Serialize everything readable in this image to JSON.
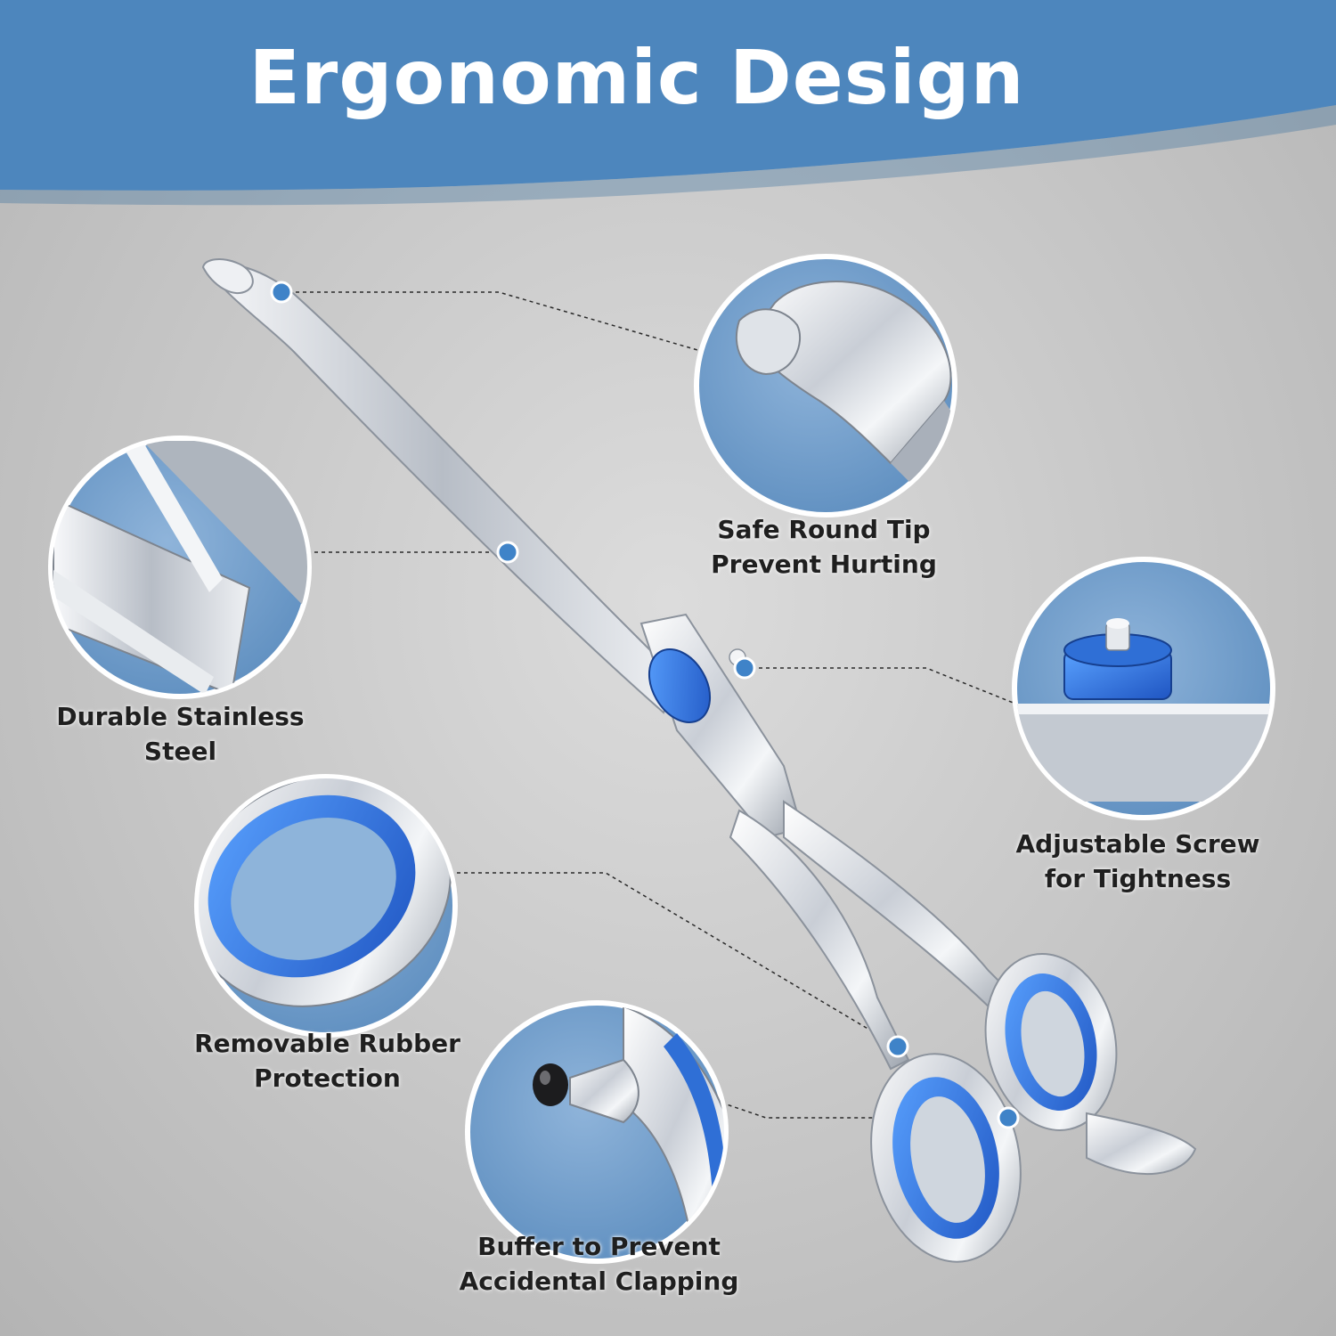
{
  "header": {
    "title": "Ergonomic Design",
    "banner_color": "#4d86bd"
  },
  "callouts": {
    "safe_tip": {
      "line1": "Safe Round Tip",
      "line2": "Prevent Hurting"
    },
    "stainless": {
      "line1": "Durable Stainless",
      "line2": "Steel"
    },
    "screw": {
      "line1": "Adjustable Screw",
      "line2": "for Tightness"
    },
    "rubber": {
      "line1": "Removable Rubber",
      "line2": "Protection"
    },
    "buffer": {
      "line1": "Buffer to Prevent",
      "line2": "Accidental Clapping"
    }
  },
  "colors": {
    "accent_blue": "#2f6fd6",
    "marker_blue": "#3f83c8",
    "circle_fill": "#6f9cc8",
    "steel": "#e3e6ea"
  },
  "icons": [
    "scissors-product",
    "round-tip-zoom",
    "blade-zoom",
    "screw-zoom",
    "rubber-ring-zoom",
    "buffer-zoom"
  ]
}
